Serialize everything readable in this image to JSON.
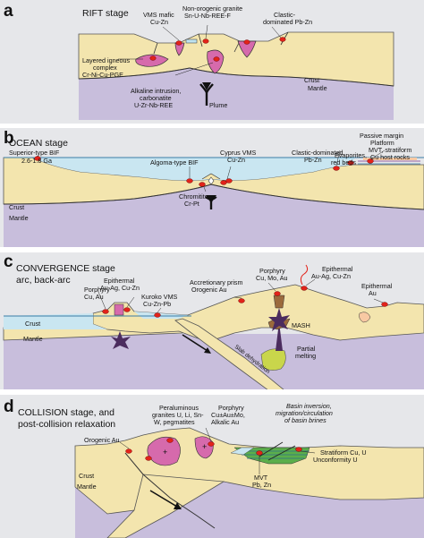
{
  "colors": {
    "panel_bg": "#E6E7EA",
    "crust": "#F3E5AE",
    "mantle": "#C8BEDC",
    "ocean": "#C9E6F1",
    "deposit_red": "#E2231A",
    "intrusion_pink": "#D66AAC",
    "melt_green": "#C9D64B",
    "ore_green": "#5BAE4B",
    "magma_purple": "#4B2C5E",
    "brown": "#9B6A3C"
  },
  "panel_a": {
    "letter": "a",
    "stage": "RIFT stage",
    "labels": {
      "vms_mafic": [
        "VMS mafic",
        "Cu-Zn"
      ],
      "granite": [
        "Non-orogenic granite",
        "Sn-U-Nb-REE-F"
      ],
      "clastic": [
        "Clastic-",
        "dominated Pb-Zn"
      ],
      "layered": [
        "Layered igneous",
        "complex",
        "Cr-Ni-Cu-PGE"
      ],
      "alkaline": [
        "Alkaline intrusion,",
        "carbonatite",
        "U-Zr-Nb-REE"
      ],
      "plume": "Plume",
      "crust": "Crust",
      "mantle": "Mantle"
    }
  },
  "panel_b": {
    "letter": "b",
    "stage": "OCEAN stage",
    "labels": {
      "passive": [
        "Passive margin",
        "Platform"
      ],
      "superior": [
        "Superior-type BIF",
        "2.6-1.8 Ga"
      ],
      "algoma": "Algoma-type BIF",
      "cyprus": [
        "Cyprus VMS",
        "Cu-Zn"
      ],
      "clastic": [
        "Clastic-dominated",
        "Pb-Zn"
      ],
      "evaporites": [
        "Evaporites,",
        "red beds"
      ],
      "mvt": [
        "MVT, stratiform",
        "Cu host rocks"
      ],
      "chromitite": [
        "Chromitite",
        "Cr-Pt"
      ],
      "crust": "Crust",
      "mantle": "Mantle"
    }
  },
  "panel_c": {
    "letter": "c",
    "stage": [
      "CONVERGENCE stage",
      "arc, back-arc"
    ],
    "labels": {
      "porphyry_left": [
        "Porphyry",
        "Cu, Au"
      ],
      "epithermal_left": [
        "Epithermal",
        "Au-Ag, Cu-Zn"
      ],
      "kuroko": [
        "Kuroko VMS",
        "Cu-Zn-Pb"
      ],
      "accretionary": [
        "Accretionary prism",
        "Orogenic Au"
      ],
      "porphyry_mid": [
        "Porphyry",
        "Cu, Mo, Au"
      ],
      "epithermal_mid": [
        "Epithermal",
        "Au-Ag, Cu-Zn"
      ],
      "epithermal_right": [
        "Epithermal",
        "Au"
      ],
      "mash": "MASH",
      "partial": [
        "Partial",
        "melting"
      ],
      "slab": "Slab dehydration",
      "crust": "Crust",
      "mantle": "Mantle"
    }
  },
  "panel_d": {
    "letter": "d",
    "stage": [
      "COLLISION stage, and",
      "post-collision relaxation"
    ],
    "labels": {
      "peraluminous": [
        "Peraluminous",
        "granites U, Li, Sn-",
        "W, pegmatites"
      ],
      "porphyry": [
        "Porphyry",
        "Cu±Au±Mo,",
        "Alkalic Au"
      ],
      "basin": [
        "Basin inversion,",
        "migration/circulation",
        "of basin brines"
      ],
      "orogenic": "Orogenic Au",
      "mvt": [
        "MVT",
        "Pb, Zn"
      ],
      "stratiform": [
        "Stratiform Cu, U",
        "Unconformity U"
      ],
      "crust": "Crust",
      "mantle": "Mantle"
    }
  }
}
